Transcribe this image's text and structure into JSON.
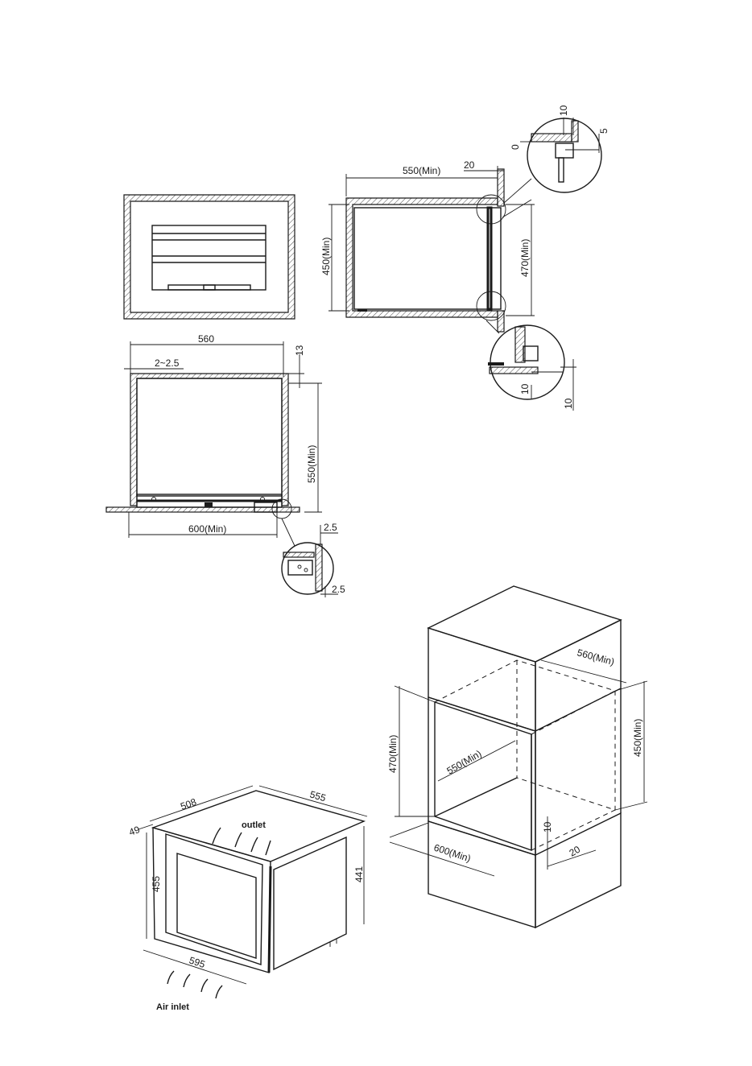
{
  "front_view": {},
  "top_view": {
    "w560": "560",
    "gap": "2~2.5",
    "h13": "13",
    "d550": "550(Min)",
    "w600": "600(Min)",
    "detail_top": "2.5",
    "detail_bottom": "2.5"
  },
  "side_view": {
    "d550": "550(Min)",
    "d20": "20",
    "h450": "450(Min)",
    "h470": "470(Min)",
    "top_detail_10": "10",
    "top_detail_0": "0",
    "top_detail_5": "5",
    "bottom_detail_10a": "10",
    "bottom_detail_10b": "10"
  },
  "cabinet_iso": {
    "d560": "560(Min)",
    "h470": "470(Min)",
    "d550": "550(Min)",
    "h450": "450(Min)",
    "h10": "10",
    "w600": "600(Min)",
    "w20": "20"
  },
  "oven_iso": {
    "d508": "508",
    "d555": "555",
    "t49": "49",
    "outlet": "outlet",
    "h455": "455",
    "h441": "441",
    "w595": "595",
    "air_inlet": "Air inlet"
  }
}
